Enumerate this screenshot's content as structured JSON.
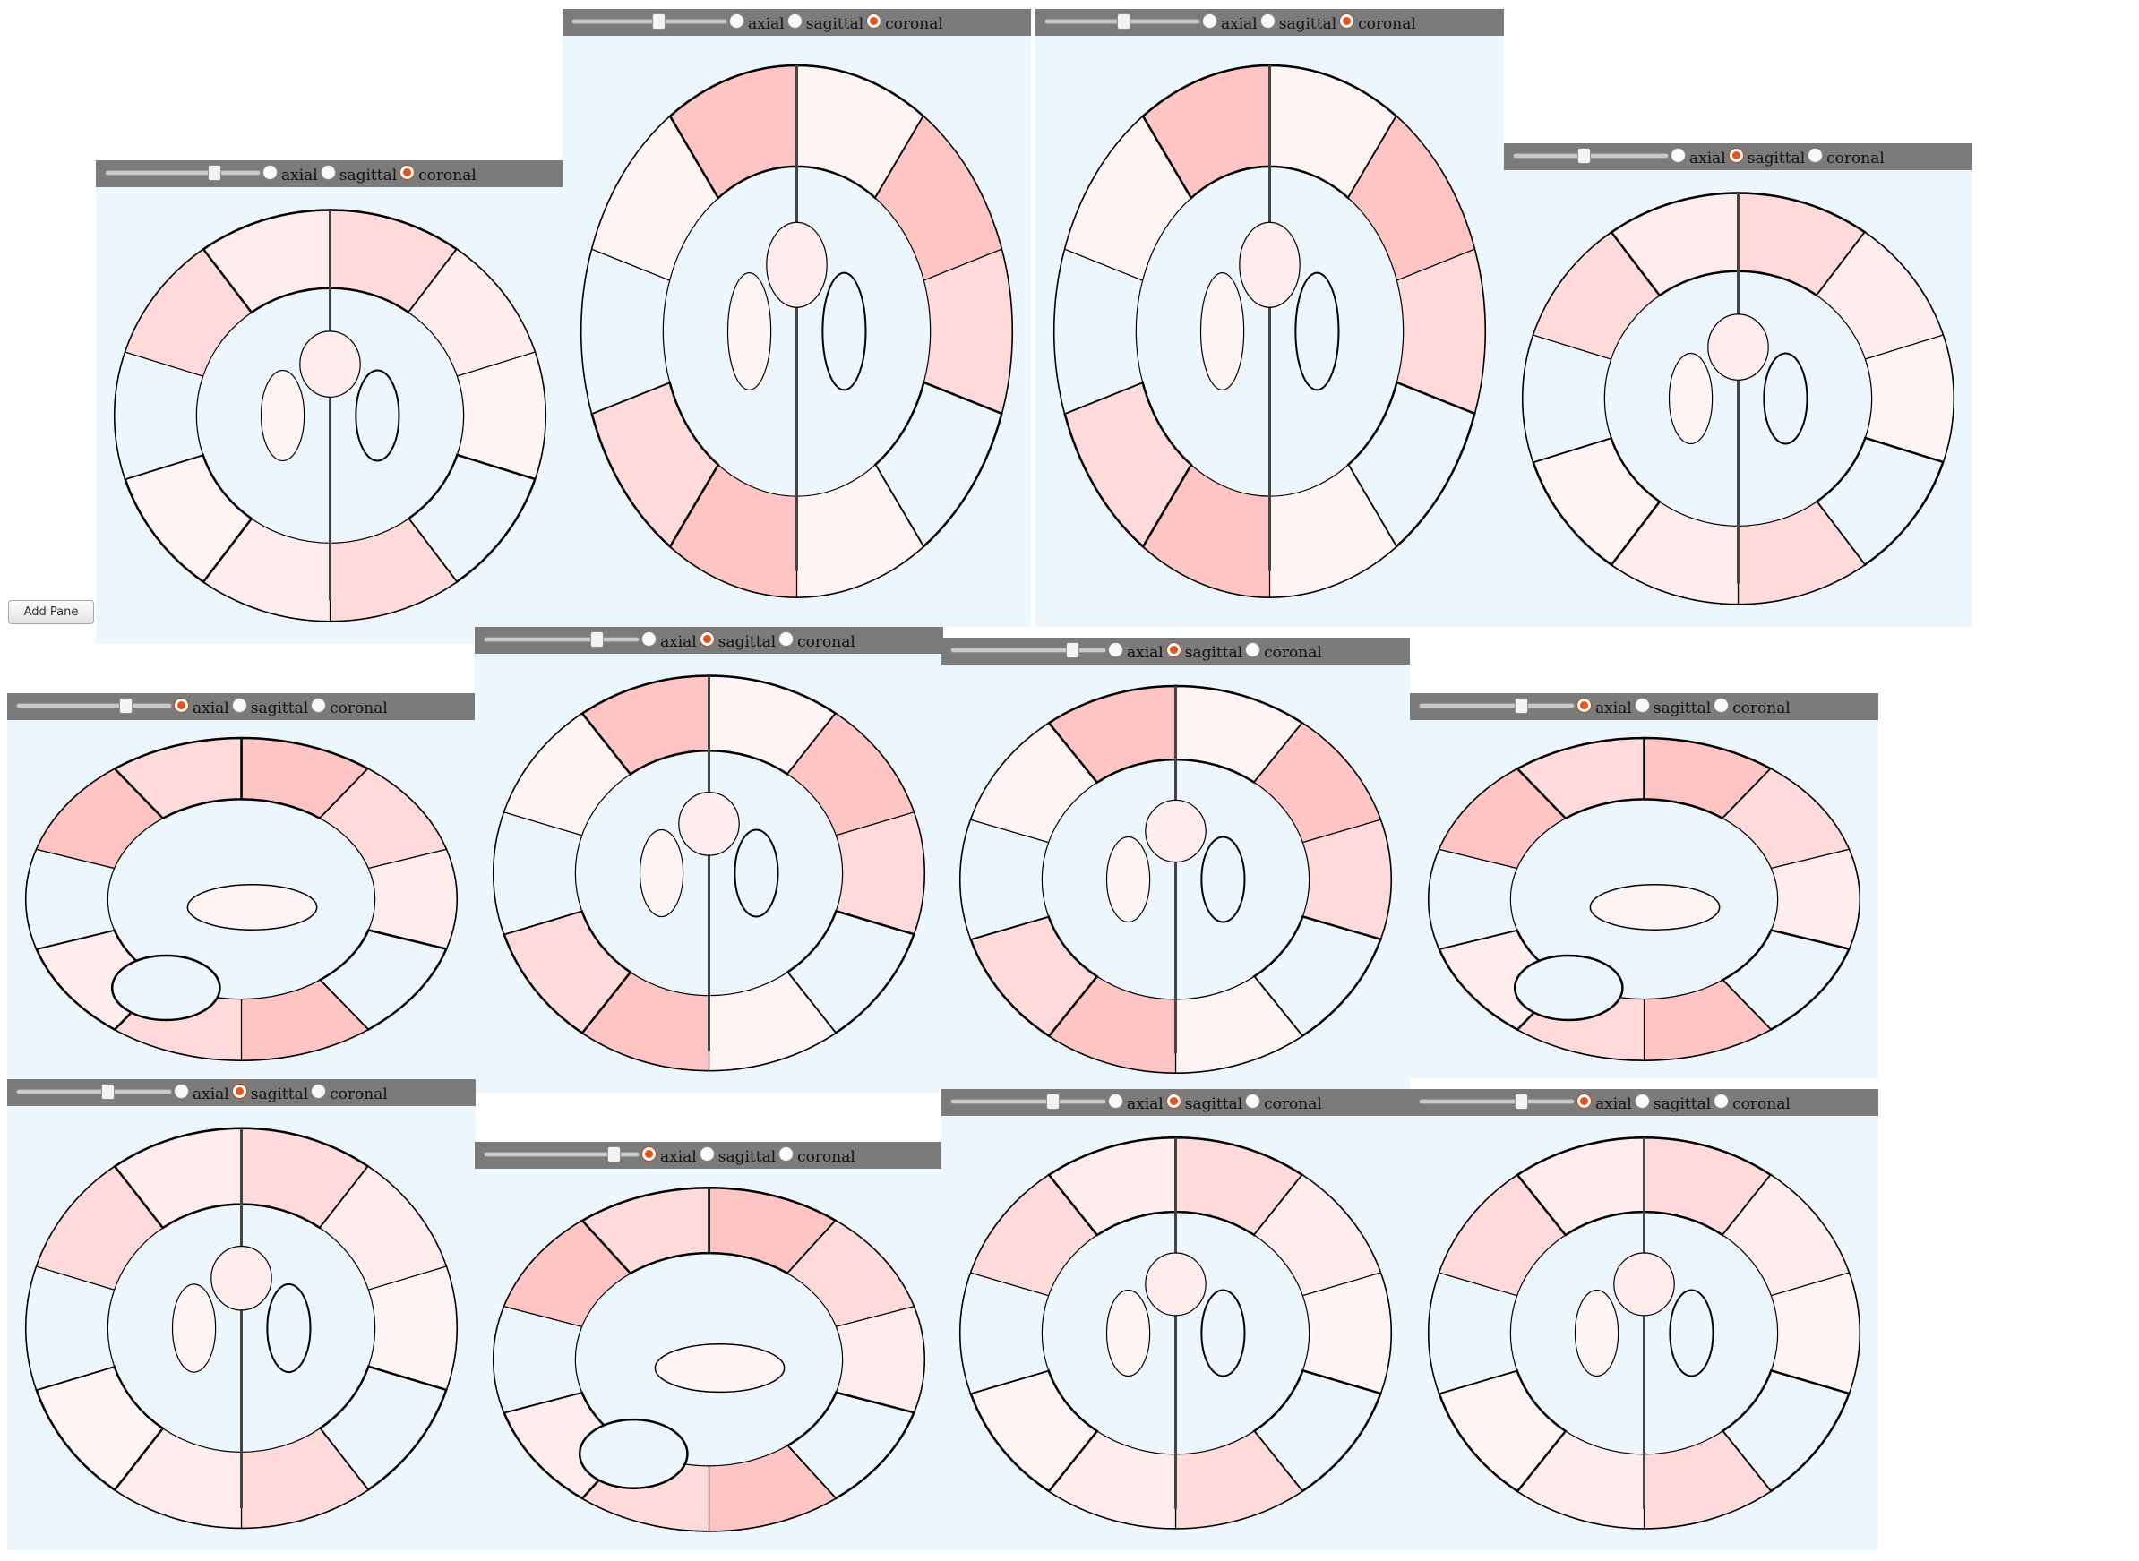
{
  "add_pane_label": "Add Pane",
  "view_options": [
    "axial",
    "sagittal",
    "coronal"
  ],
  "colors": {
    "toolbar": "#7b7b7b",
    "view_bg": "#eef6fd",
    "region_light": "#ffecec",
    "region_mid": "#ffdada",
    "region_strong": "#ffc4c4",
    "outline": "#000000"
  },
  "panes": [
    {
      "selected": "coronal",
      "slider_value": 0.7,
      "slice": "coronal-a"
    },
    {
      "selected": "coronal",
      "slider_value": 0.55,
      "slice": "axial-a"
    },
    {
      "selected": "coronal",
      "slider_value": 0.5,
      "slice": "axial-b"
    },
    {
      "selected": "sagittal",
      "slider_value": 0.45,
      "slice": "coronal-b"
    },
    {
      "selected": "axial",
      "slider_value": 0.7,
      "slice": "sagittal-a"
    },
    {
      "selected": "sagittal",
      "slider_value": 0.72,
      "slice": "axial-c"
    },
    {
      "selected": "sagittal",
      "slider_value": 0.78,
      "slice": "axial-d"
    },
    {
      "selected": "axial",
      "slider_value": 0.65,
      "slice": "sagittal-b"
    },
    {
      "selected": "sagittal",
      "slider_value": 0.58,
      "slice": "coronal-c"
    },
    {
      "selected": "axial",
      "slider_value": 0.83,
      "slice": "sagittal-c"
    },
    {
      "selected": "sagittal",
      "slider_value": 0.65,
      "slice": "coronal-d"
    },
    {
      "selected": "axial",
      "slider_value": 0.65,
      "slice": "coronal-e"
    }
  ]
}
